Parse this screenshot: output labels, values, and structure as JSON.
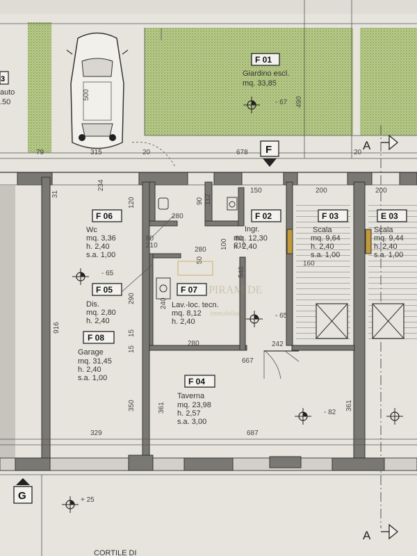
{
  "colors": {
    "paper": "#e6e4dd",
    "garden_hatch": "#b7c98a",
    "wall": "#7a7872"
  },
  "top_area": {
    "partial_room_code": "3",
    "partial_room_name": "auto",
    "partial_room_area": ".50",
    "car_dimension": "500",
    "f01": {
      "code": "F 01",
      "name": "Giardino escl.",
      "area": "mq. 33,85",
      "level": "- 67",
      "dim": "490"
    },
    "top_dims": [
      "79",
      "315",
      "20",
      "678",
      "20"
    ],
    "facade_marker": "F"
  },
  "rooms": {
    "f06": {
      "code": "F 06",
      "name": "Wc",
      "area": "mq. 3,36",
      "height": "h. 2,40",
      "sa": "s.a. 1,00"
    },
    "f02": {
      "code": "F 02",
      "name": "Ingr.",
      "area": "mq. 12,30",
      "height": "h. 2,40"
    },
    "f03": {
      "code": "F 03",
      "name": "Scala",
      "area": "mq. 9,64",
      "height": "h. 2,40",
      "sa": "s.a. 1,00"
    },
    "e03": {
      "code": "E 03",
      "name": "Scala",
      "area": "mq. 9,44",
      "height": "h. 2,40",
      "sa": "s.a. 1,00"
    },
    "f05": {
      "code": "F 05",
      "name": "Dis.",
      "area": "mq. 2,80",
      "height": "h. 2,40",
      "level": "- 65"
    },
    "f07": {
      "code": "F 07",
      "name": "Lav.-loc. tecn.",
      "area": "mq. 8,12",
      "height": "h. 2,40",
      "level": "- 65"
    },
    "f08": {
      "code": "F 08",
      "name": "Garage",
      "area": "mq. 31,45",
      "height": "h. 2,40",
      "sa": "s.a. 1,00"
    },
    "f04": {
      "code": "F 04",
      "name": "Taverna",
      "area": "mq. 23,98",
      "height": "h. 2,57",
      "sa": "s.a. 3,00",
      "level": "- 82"
    }
  },
  "dimensions": {
    "d916": "916",
    "d350": "350",
    "d361a": "361",
    "d361b": "361",
    "d290": "290",
    "d15a": "15",
    "d15b": "15",
    "d280a": "280",
    "d280b": "280",
    "d280c": "280",
    "d540": "540",
    "d100": "100",
    "d120": "120",
    "d150": "150",
    "d200a": "200",
    "d200b": "200",
    "d242": "242",
    "d667": "667",
    "d329": "329",
    "d687": "687",
    "d234": "234",
    "d210a": "210",
    "d210b": "210",
    "d80a": "80",
    "d80b": "80",
    "d90": "90",
    "d112": "112",
    "d31": "31",
    "d160": "160",
    "d50": "50",
    "d240": "240"
  },
  "bottom_area": {
    "g_marker": "G",
    "level": "+ 25",
    "courtyard_label": "CORTILE DI",
    "section_label": "A"
  },
  "watermark": {
    "main": "PIRAMIDE",
    "sub": "immobiliare"
  }
}
